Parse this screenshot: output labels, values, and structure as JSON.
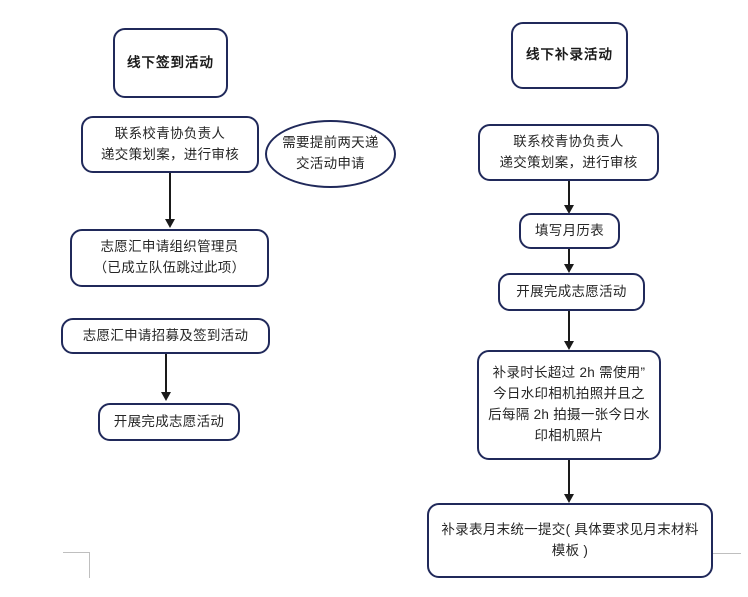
{
  "diagram": {
    "title_left": "线下签到活动",
    "title_right": "线下补录活动",
    "left_flow": {
      "step1": "联系校青协负责人\n递交策划案，进行审核",
      "note": "需要提前两天递\n交活动申请",
      "step2": "志愿汇申请组织管理员\n（已成立队伍跳过此项）",
      "step3": "志愿汇申请招募及签到活动",
      "step4": "开展完成志愿活动"
    },
    "right_flow": {
      "step1": "联系校青协负责人\n递交策划案，进行审核",
      "step2": "填写月历表",
      "step3": "开展完成志愿活动",
      "step4": "补录时长超过 2h 需使用”\n今日水印相机拍照并且之\n后每隔 2h 拍摄一张今日水\n印相机照片",
      "step5": "补录表月末统一提交( 具体要求见月末材料\n模板 )"
    }
  },
  "colors": {
    "node_border": "#20295A",
    "connector": "#1a1a1a",
    "background": "#ffffff",
    "crop_mark": "#bfbfbf"
  }
}
